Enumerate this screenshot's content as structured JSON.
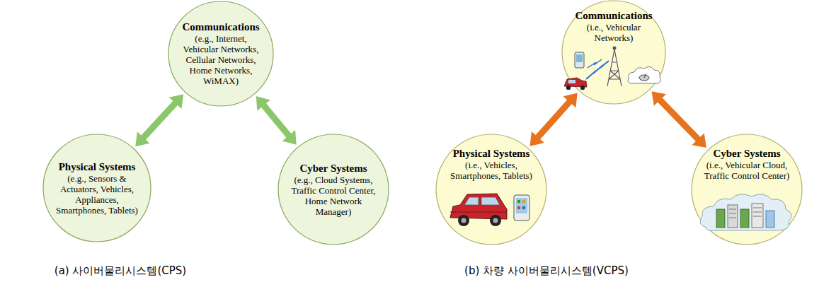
{
  "diagram": {
    "nodes": [
      {
        "text": [
          "Communications",
          "(e.g., Internet, Vehicular Networks, Cellular Networks, Home Networks, WiMAX)"
        ]
      },
      {
        "text": [
          "Physical Systems",
          "(e.g., Sensors & Actuators, Vehicles, Appliances, Smartphones, Tablets)"
        ]
      },
      {
        "text": [
          "Cyber Systems",
          "(e.g., Cloud Systems, Traffic Control Center, Home Network Manager)"
        ]
      },
      {
        "text": [
          "Communications",
          "(i.e., Vehicular Networks)"
        ]
      },
      {
        "text": [
          "Physical Systems",
          "(i.e., Vehicles, Smartphones, Tablets)"
        ]
      },
      {
        "text": [
          "Cyber Systems",
          "(i.e., Vehicular Cloud, Traffic Control Center)"
        ]
      }
    ],
    "edges": [
      {
        "from": 1,
        "to": 0,
        "arrow": "both"
      },
      {
        "from": 2,
        "to": 0,
        "arrow": "both"
      },
      {
        "from": 4,
        "to": 3,
        "arrow": "both"
      },
      {
        "from": 5,
        "to": 3,
        "arrow": "both"
      }
    ],
    "labels": [
      "(a) 사이버물리시스템(CPS)",
      "(b) 차량 사이버물리시스템(VCPS)"
    ]
  }
}
